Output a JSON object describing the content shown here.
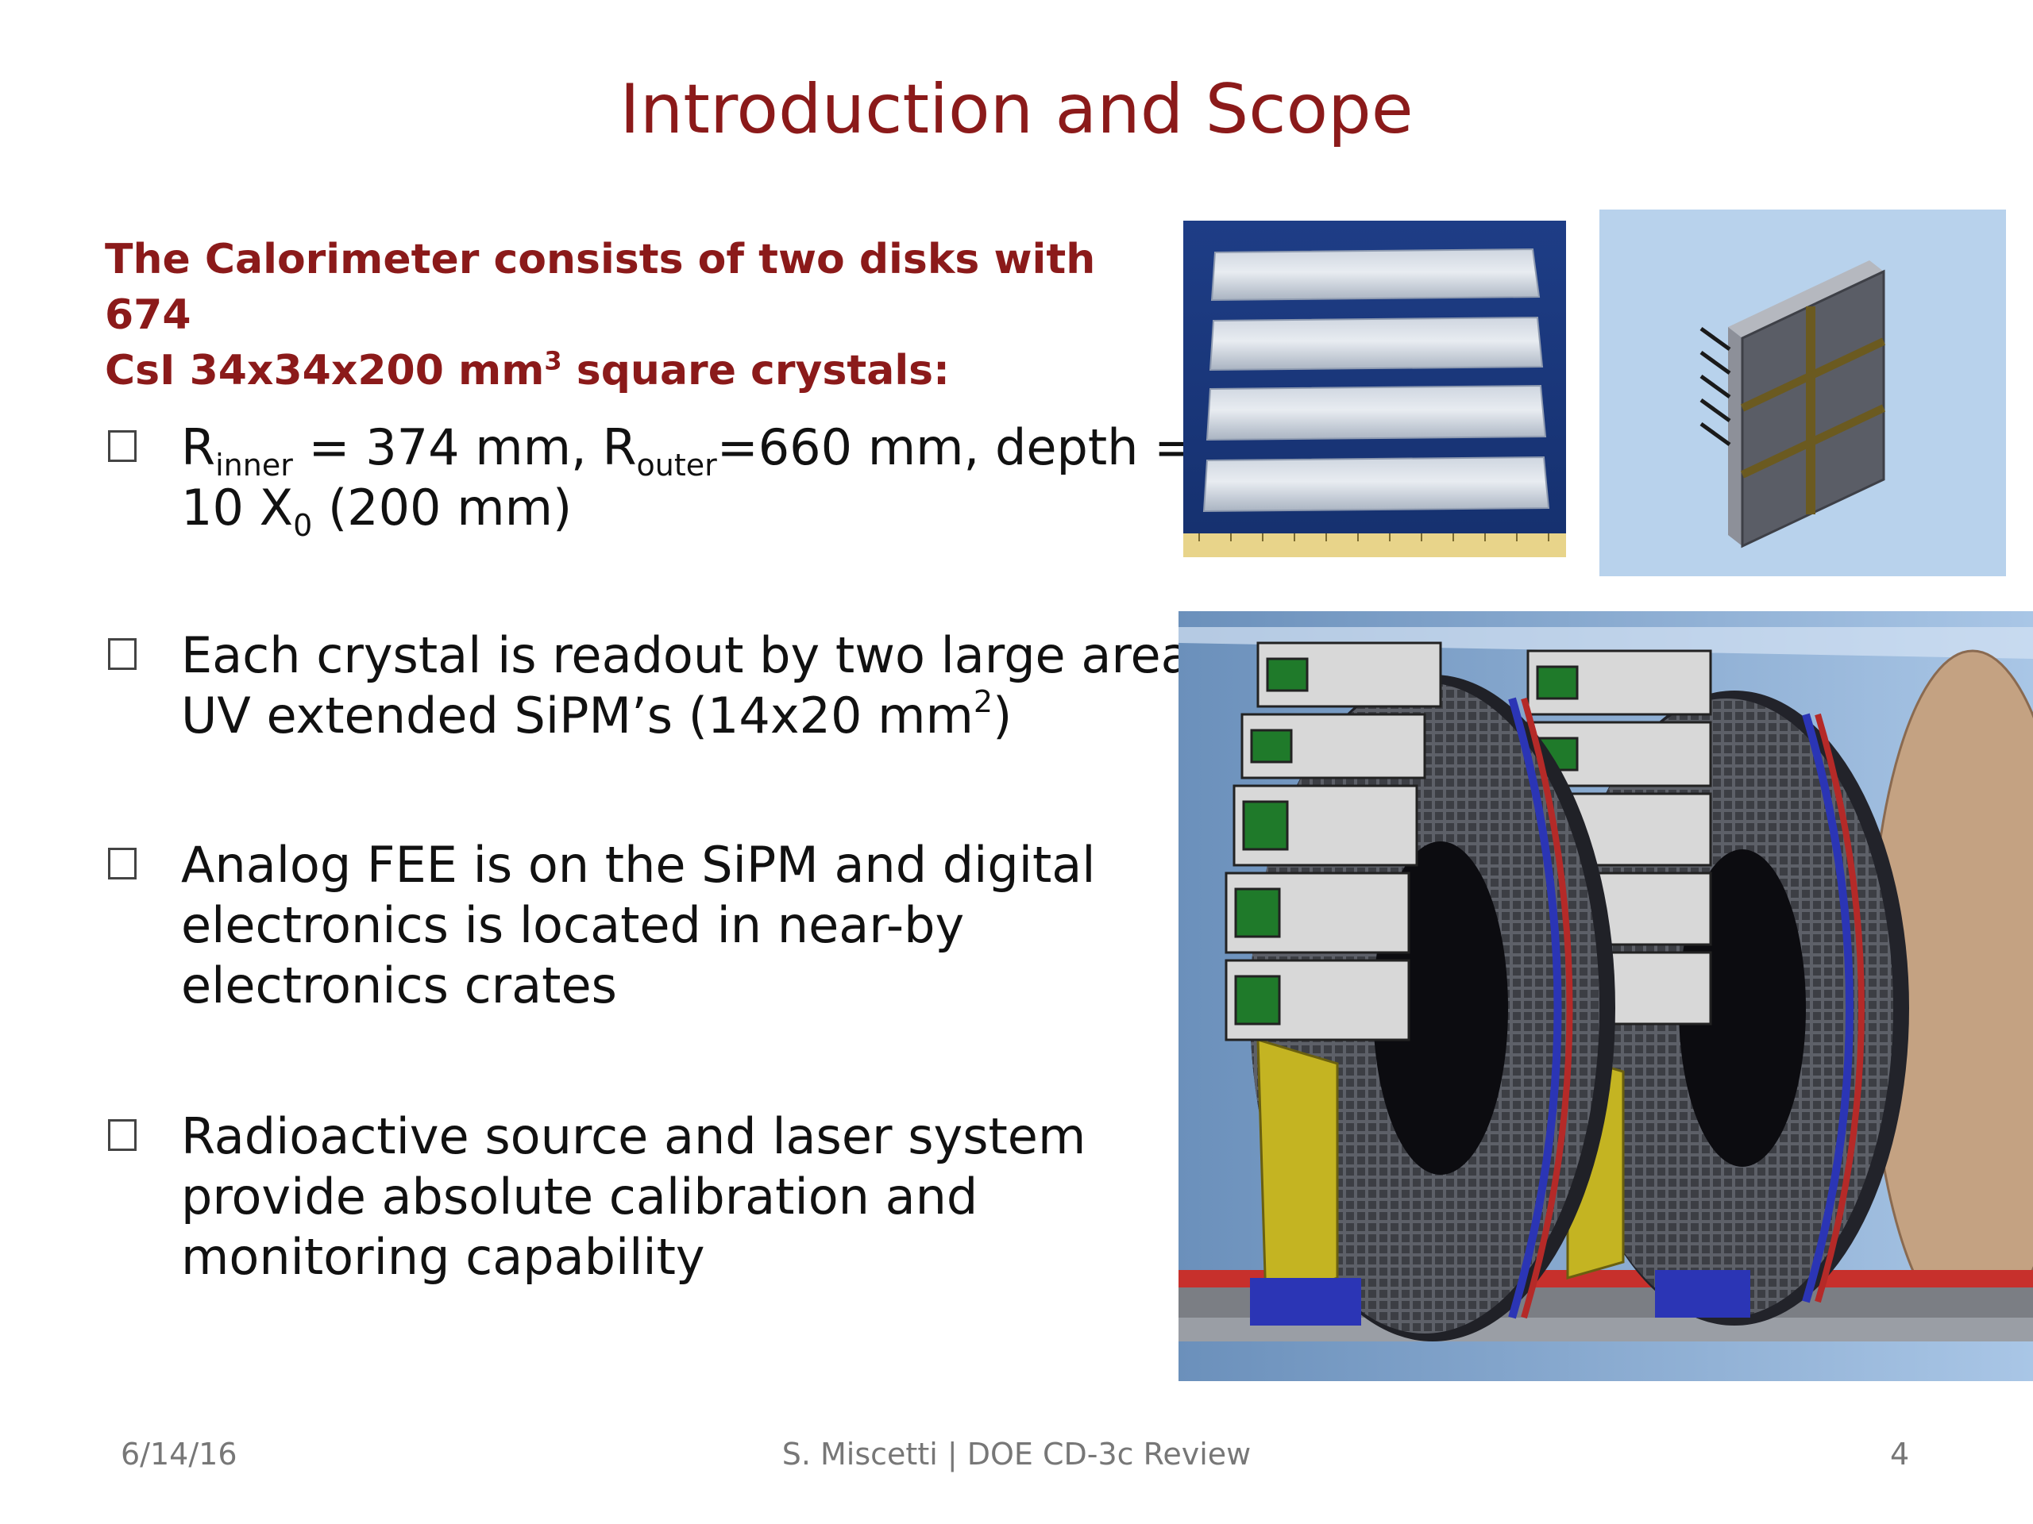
{
  "slide": {
    "title": "Introduction and Scope",
    "intro": {
      "line1": "The Calorimeter consists of two disks with 674",
      "line2_a": "CsI  34x34x200 mm",
      "line2_sup": "3",
      "line2_b": " square crystals:"
    },
    "bullets": {
      "b1": {
        "r": "R",
        "sub_inner": "inner",
        "t1": " = 374 mm, R",
        "sub_outer": "outer",
        "t2": "=660 mm, depth =",
        "line2_a": "10 X",
        "sub_zero": "0",
        "line2_b": " (200 mm)"
      },
      "b2": {
        "line1": "Each crystal is readout by two large area",
        "line2_a": "UV extended SiPM’s (14x20 mm",
        "line2_sup": "2",
        "line2_b": ")"
      },
      "b3": {
        "line1": "Analog FEE is on the SiPM and digital",
        "line2": "electronics is located in near-by",
        "line3": "electronics crates"
      },
      "b4": {
        "line1": "Radioactive source and laser system",
        "line2": "provide absolute calibration and",
        "line3": "monitoring capability"
      }
    },
    "footer": {
      "date": "6/14/16",
      "center": "S. Miscetti | DOE CD-3c Review",
      "page": "4"
    },
    "colors": {
      "title": "#8b1a1a",
      "text": "#111111",
      "footer": "#777777"
    },
    "images": {
      "crystals": "photo-crystals",
      "sipm": "sipm-render",
      "calorimeter": "calorimeter-disks-render"
    }
  }
}
